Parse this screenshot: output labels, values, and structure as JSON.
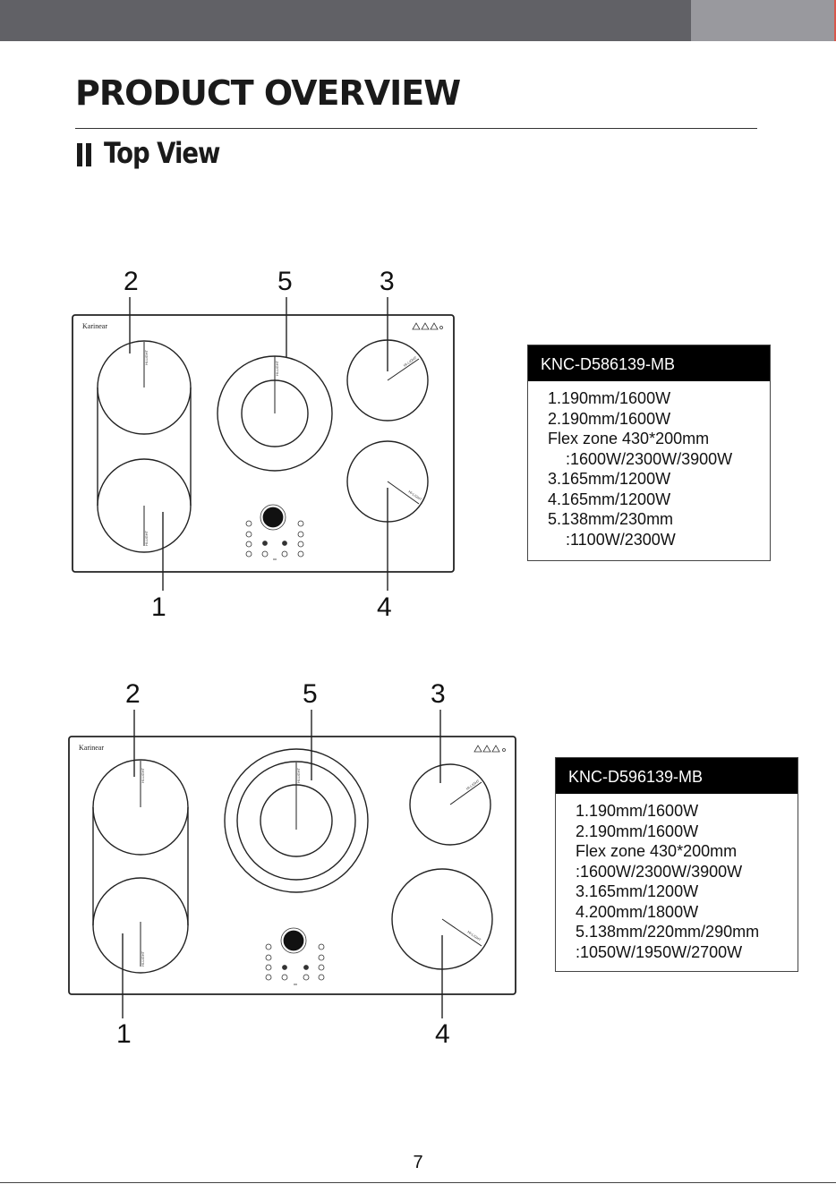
{
  "header": {
    "title": "PRODUCT OVERVIEW",
    "section": "Top View",
    "bar_color": "#616166",
    "accent_color": "#99999e"
  },
  "cooktops": [
    {
      "brand": "Karinear",
      "zone_label": "HI-LIGHT",
      "callouts": [
        "2",
        "5",
        "3",
        "1",
        "4"
      ],
      "model": "KNC-D586139-MB",
      "specs": [
        "1.190mm/1600W",
        "2.190mm/1600W",
        "Flex zone 430*200mm",
        ":1600W/2300W/3900W",
        "3.165mm/1200W",
        "4.165mm/1200W",
        "5.138mm/230mm",
        ":1100W/2300W"
      ]
    },
    {
      "brand": "Karinear",
      "zone_label": "HI-LIGHT",
      "callouts": [
        "2",
        "5",
        "3",
        "1",
        "4"
      ],
      "model": "KNC-D596139-MB",
      "specs": [
        "1.190mm/1600W",
        "2.190mm/1600W",
        "Flex zone 430*200mm",
        ":1600W/2300W/3900W",
        "3.165mm/1200W",
        "4.200mm/1800W",
        "5.138mm/220mm/290mm",
        ":1050W/1950W/2700W"
      ]
    }
  ],
  "page_number": "7"
}
